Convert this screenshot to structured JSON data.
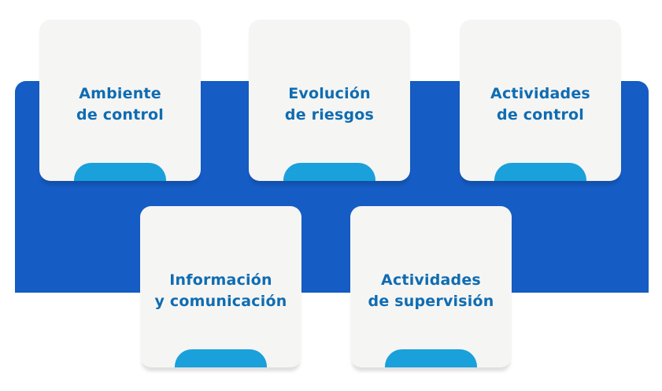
{
  "colors": {
    "band": "#155cc4",
    "card": "#f5f5f4",
    "text": "#0f6cb2",
    "tab": "#1aa0da"
  },
  "components": [
    {
      "line1": "Ambiente",
      "line2": "de control"
    },
    {
      "line1": "Evolución",
      "line2": "de riesgos"
    },
    {
      "line1": "Actividades",
      "line2": "de control"
    },
    {
      "line1": "Información",
      "line2": "y comunicación"
    },
    {
      "line1": "Actividades",
      "line2": "de supervisión"
    }
  ]
}
